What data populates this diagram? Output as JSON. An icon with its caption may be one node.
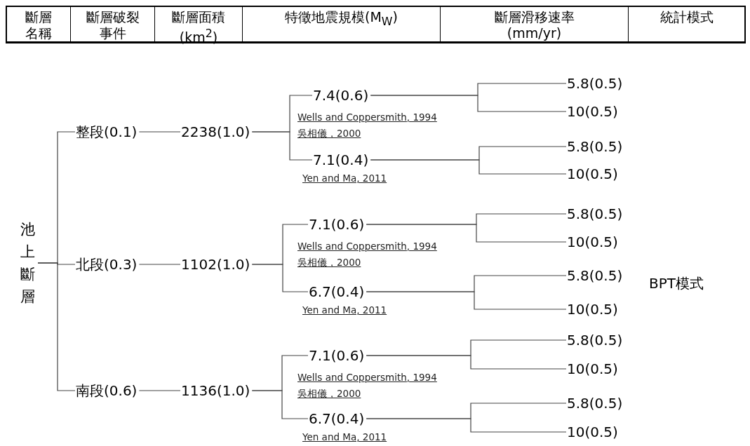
{
  "diagram": {
    "nodes": [
      {
        "text": [
          "池上斷層"
        ]
      },
      {
        "text": [
          "整段(0.1)"
        ]
      },
      {
        "text": [
          "北段(0.3)"
        ]
      },
      {
        "text": [
          "南段(0.6)"
        ]
      },
      {
        "text": [
          "2238(1.0)"
        ]
      },
      {
        "text": [
          "1102(1.0)"
        ]
      },
      {
        "text": [
          "1136(1.0)"
        ]
      },
      {
        "text": [
          "7.4(0.6)"
        ],
        "beside": [
          "Wells and Coppersmith, 1994",
          "吳相儀，2000"
        ]
      },
      {
        "text": [
          "7.1(0.4)"
        ],
        "beside": [
          "Yen and Ma, 2011"
        ]
      },
      {
        "text": [
          "7.1(0.6)"
        ],
        "beside": [
          "Wells and Coppersmith, 1994",
          "吳相儀，2000"
        ]
      },
      {
        "text": [
          "6.7(0.4)"
        ],
        "beside": [
          "Yen and Ma, 2011"
        ]
      },
      {
        "text": [
          "7.1(0.6)"
        ],
        "beside": [
          "Wells and Coppersmith, 1994",
          "吳相儀，2000"
        ]
      },
      {
        "text": [
          "6.7(0.4)"
        ],
        "beside": [
          "Yen and Ma, 2011"
        ]
      },
      {
        "text": [
          "5.8(0.5)"
        ]
      },
      {
        "text": [
          "10(0.5)"
        ]
      },
      {
        "text": [
          "5.8(0.5)"
        ]
      },
      {
        "text": [
          "10(0.5)"
        ]
      },
      {
        "text": [
          "5.8(0.5)"
        ]
      },
      {
        "text": [
          "10(0.5)"
        ]
      },
      {
        "text": [
          "5.8(0.5)"
        ]
      },
      {
        "text": [
          "10(0.5)"
        ]
      },
      {
        "text": [
          "5.8(0.5)"
        ]
      },
      {
        "text": [
          "10(0.5)"
        ]
      },
      {
        "text": [
          "5.8(0.5)"
        ]
      },
      {
        "text": [
          "10(0.5)"
        ]
      }
    ],
    "edges": [
      {
        "from": 0,
        "to": 1,
        "arrow": "none"
      },
      {
        "from": 0,
        "to": 2,
        "arrow": "none"
      },
      {
        "from": 0,
        "to": 3,
        "arrow": "none"
      },
      {
        "from": 1,
        "to": 4,
        "arrow": "none"
      },
      {
        "from": 2,
        "to": 5,
        "arrow": "none"
      },
      {
        "from": 3,
        "to": 6,
        "arrow": "none"
      },
      {
        "from": 4,
        "to": 7,
        "arrow": "none"
      },
      {
        "from": 4,
        "to": 8,
        "arrow": "none"
      },
      {
        "from": 5,
        "to": 9,
        "arrow": "none"
      },
      {
        "from": 5,
        "to": 10,
        "arrow": "none"
      },
      {
        "from": 6,
        "to": 11,
        "arrow": "none"
      },
      {
        "from": 6,
        "to": 12,
        "arrow": "none"
      },
      {
        "from": 7,
        "to": 13,
        "arrow": "none"
      },
      {
        "from": 7,
        "to": 14,
        "arrow": "none"
      },
      {
        "from": 8,
        "to": 15,
        "arrow": "none"
      },
      {
        "from": 8,
        "to": 16,
        "arrow": "none"
      },
      {
        "from": 9,
        "to": 17,
        "arrow": "none"
      },
      {
        "from": 9,
        "to": 18,
        "arrow": "none"
      },
      {
        "from": 10,
        "to": 19,
        "arrow": "none"
      },
      {
        "from": 10,
        "to": 20,
        "arrow": "none"
      },
      {
        "from": 11,
        "to": 21,
        "arrow": "none"
      },
      {
        "from": 11,
        "to": 22,
        "arrow": "none"
      },
      {
        "from": 12,
        "to": 23,
        "arrow": "none"
      },
      {
        "from": 12,
        "to": 24,
        "arrow": "none"
      }
    ],
    "labels": [
      "斷層名稱",
      "斷層破裂事件",
      "斷層面積 (km$^{2}$)",
      "特徵地震規模(M$_{W}$)",
      "斷層滑移速率 (mm/yr)",
      "統計模式",
      "BPT模式"
    ]
  }
}
